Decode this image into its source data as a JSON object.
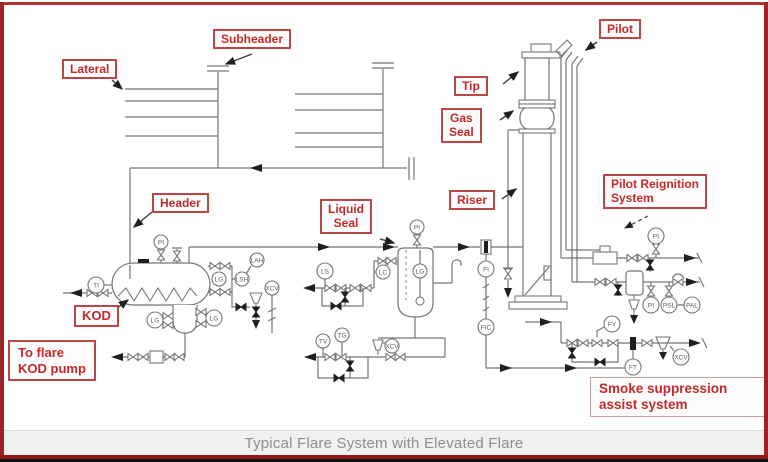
{
  "caption": {
    "text": "Typical Flare System with Elevated Flare"
  },
  "colors": {
    "frame_red": "#b13030",
    "label_border_red": "#b94747",
    "label_text_red": "#c42a2a",
    "line_gray": "#767676",
    "caption_gray": "#8f8f8f",
    "caption_bg": "#f1efef",
    "bottom_bar_red": "#8f1818"
  },
  "labels": {
    "lateral": {
      "lines": [
        "Lateral"
      ]
    },
    "subheader": {
      "lines": [
        "Subheader"
      ]
    },
    "pilot": {
      "lines": [
        "Pilot"
      ]
    },
    "tip": {
      "lines": [
        "Tip"
      ]
    },
    "gas_seal": {
      "lines": [
        "Gas",
        "Seal"
      ]
    },
    "riser": {
      "lines": [
        "Riser"
      ]
    },
    "header": {
      "lines": [
        "Header"
      ]
    },
    "liquid_seal": {
      "lines": [
        "Liquid",
        "Seal"
      ]
    },
    "pilot_reignition": {
      "lines": [
        "Pilot Reignition",
        "System"
      ]
    },
    "kod": {
      "lines": [
        "KOD"
      ]
    },
    "to_flare_kod_pump": {
      "lines": [
        "To flare",
        "KOD pump"
      ]
    },
    "smoke_suppression": {
      "lines": [
        "Smoke suppression",
        "assist system"
      ]
    }
  },
  "instruments": {
    "kod_pi": "PI",
    "kod_ti": "TI",
    "kod_lg": "LG",
    "kod_lsh": "LSH",
    "kod_lah": "LAH",
    "kod_xcv": "XCV",
    "boot_lg_left": "LG",
    "boot_lg_right": "LG",
    "seal_pi": "PI",
    "seal_ls": "LS",
    "seal_lc": "LC",
    "seal_lg": "LG",
    "seal_xcv": "XCV",
    "seal_tv": "TV",
    "seal_tg": "TG",
    "flow_fi": "FI",
    "flow_fic": "FIC",
    "pilot_pi_a": "PI",
    "pilot_pi_b": "PI",
    "pilot_psl": "PSL",
    "pilot_pal": "PAL",
    "smoke_fy": "FY",
    "smoke_ft": "FT",
    "smoke_xcv": "XCV"
  }
}
